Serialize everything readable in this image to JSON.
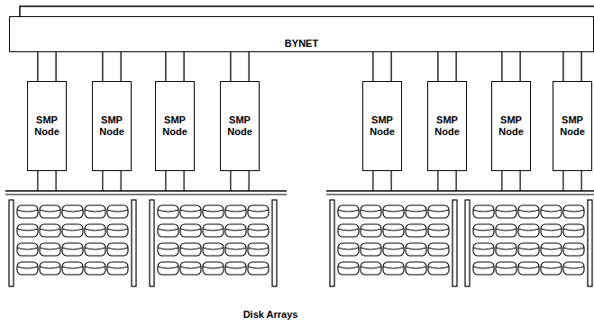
{
  "diagram": {
    "nodes": [
      {
        "text": [
          "BYNET"
        ]
      },
      {
        "text": [
          "SMP Node"
        ]
      },
      {
        "text": [
          "SMP Node"
        ]
      },
      {
        "text": [
          "SMP Node"
        ]
      },
      {
        "text": [
          "SMP Node"
        ]
      },
      {
        "text": [
          "SMP Node"
        ]
      },
      {
        "text": [
          "SMP Node"
        ]
      },
      {
        "text": [
          "SMP Node"
        ]
      },
      {
        "text": [
          "SMP Node"
        ]
      }
    ],
    "edges": [
      {
        "from": 1,
        "to": 0,
        "arrow": "none"
      },
      {
        "from": 1,
        "to": 0,
        "arrow": "none"
      },
      {
        "from": 2,
        "to": 0,
        "arrow": "none"
      },
      {
        "from": 2,
        "to": 0,
        "arrow": "none"
      },
      {
        "from": 3,
        "to": 0,
        "arrow": "none"
      },
      {
        "from": 3,
        "to": 0,
        "arrow": "none"
      },
      {
        "from": 4,
        "to": 0,
        "arrow": "none"
      },
      {
        "from": 4,
        "to": 0,
        "arrow": "none"
      },
      {
        "from": 5,
        "to": 0,
        "arrow": "none"
      },
      {
        "from": 5,
        "to": 0,
        "arrow": "none"
      },
      {
        "from": 6,
        "to": 0,
        "arrow": "none"
      },
      {
        "from": 6,
        "to": 0,
        "arrow": "none"
      },
      {
        "from": 7,
        "to": 0,
        "arrow": "none"
      },
      {
        "from": 7,
        "to": 0,
        "arrow": "none"
      },
      {
        "from": 8,
        "to": 0,
        "arrow": "none"
      },
      {
        "from": 8,
        "to": 0,
        "arrow": "none"
      }
    ],
    "labels": [
      "Disk Arrays"
    ]
  }
}
